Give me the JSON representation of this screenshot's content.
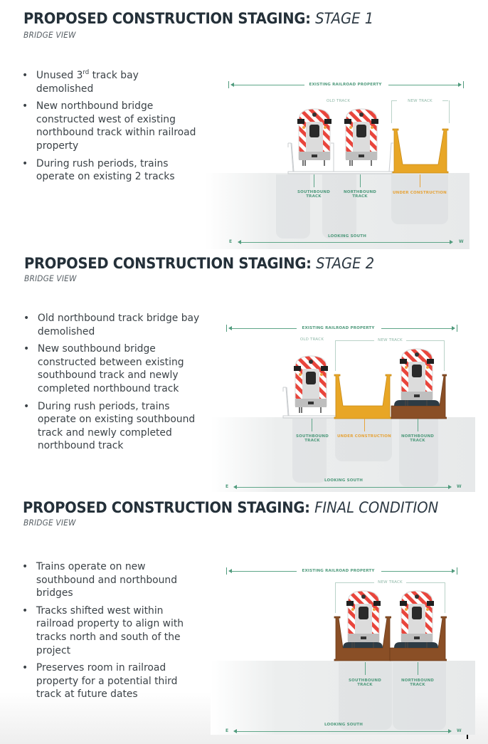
{
  "sections": [
    {
      "title": "PROPOSED CONSTRUCTION STAGING:",
      "stage": "STAGE 1",
      "subtitle": "BRIDGE VIEW",
      "bullets": [
        {
          "pre": "Unused 3",
          "sup": "rd",
          "post": " track bay demolished"
        },
        {
          "text": "New northbound bridge constructed west of existing northbound track within railroad property"
        },
        {
          "text": "During rush periods, trains operate on existing 2 tracks"
        }
      ],
      "diagram": {
        "property_label": "EXISTING RAILROAD PROPERTY",
        "old_track_label": "OLD TRACK",
        "new_track_label": "NEW TRACK",
        "track_labels": [
          {
            "line1": "SOUTHBOUND",
            "line2": "TRACK"
          },
          {
            "line1": "NORTHBOUND",
            "line2": "TRACK"
          }
        ],
        "construction_label": "UNDER CONSTRUCTION",
        "direction_label": "LOOKING SOUTH",
        "east": "E",
        "west": "W"
      }
    },
    {
      "title": "PROPOSED CONSTRUCTION STAGING:",
      "stage": "STAGE 2",
      "subtitle": "BRIDGE VIEW",
      "bullets": [
        {
          "text": "Old northbound track bridge bay demolished"
        },
        {
          "text": "New southbound bridge constructed between existing southbound track and newly completed northbound track"
        },
        {
          "text": "During rush periods, trains operate on existing southbound track and newly completed northbound track"
        }
      ],
      "diagram": {
        "property_label": "EXISTING RAILROAD PROPERTY",
        "old_track_label": "OLD TRACK",
        "new_track_label": "NEW TRACK",
        "track_labels": [
          {
            "line1": "SOUTHBOUND",
            "line2": "TRACK"
          },
          {
            "line1": "NORTHBOUND",
            "line2": "TRACK"
          }
        ],
        "construction_label": "UNDER CONSTRUCTION",
        "direction_label": "LOOKING SOUTH",
        "east": "E",
        "west": "W"
      }
    },
    {
      "title": "PROPOSED CONSTRUCTION STAGING:",
      "stage": "FINAL CONDITION",
      "subtitle": "BRIDGE VIEW",
      "bullets": [
        {
          "text": "Trains operate on new southbound and northbound bridges"
        },
        {
          "text": "Tracks shifted west within railroad property to align with tracks north and south of the project"
        },
        {
          "text": "Preserves room in railroad property for a potential third track at future dates"
        }
      ],
      "diagram": {
        "property_label": "EXISTING RAILROAD PROPERTY",
        "new_track_label": "NEW TRACK",
        "track_labels": [
          {
            "line1": "SOUTHBOUND",
            "line2": "TRACK"
          },
          {
            "line1": "NORTHBOUND",
            "line2": "TRACK"
          }
        ],
        "direction_label": "LOOKING SOUTH",
        "east": "E",
        "west": "W"
      }
    }
  ],
  "colors": {
    "title": "#243039",
    "body_text": "#3b4247",
    "label_green": "#4f9a7c",
    "construction_orange": "#e6a43a",
    "new_bridge_brown": "#8a4f26",
    "ballast_dark": "#2d3b44",
    "train_red": "#e8453c"
  }
}
